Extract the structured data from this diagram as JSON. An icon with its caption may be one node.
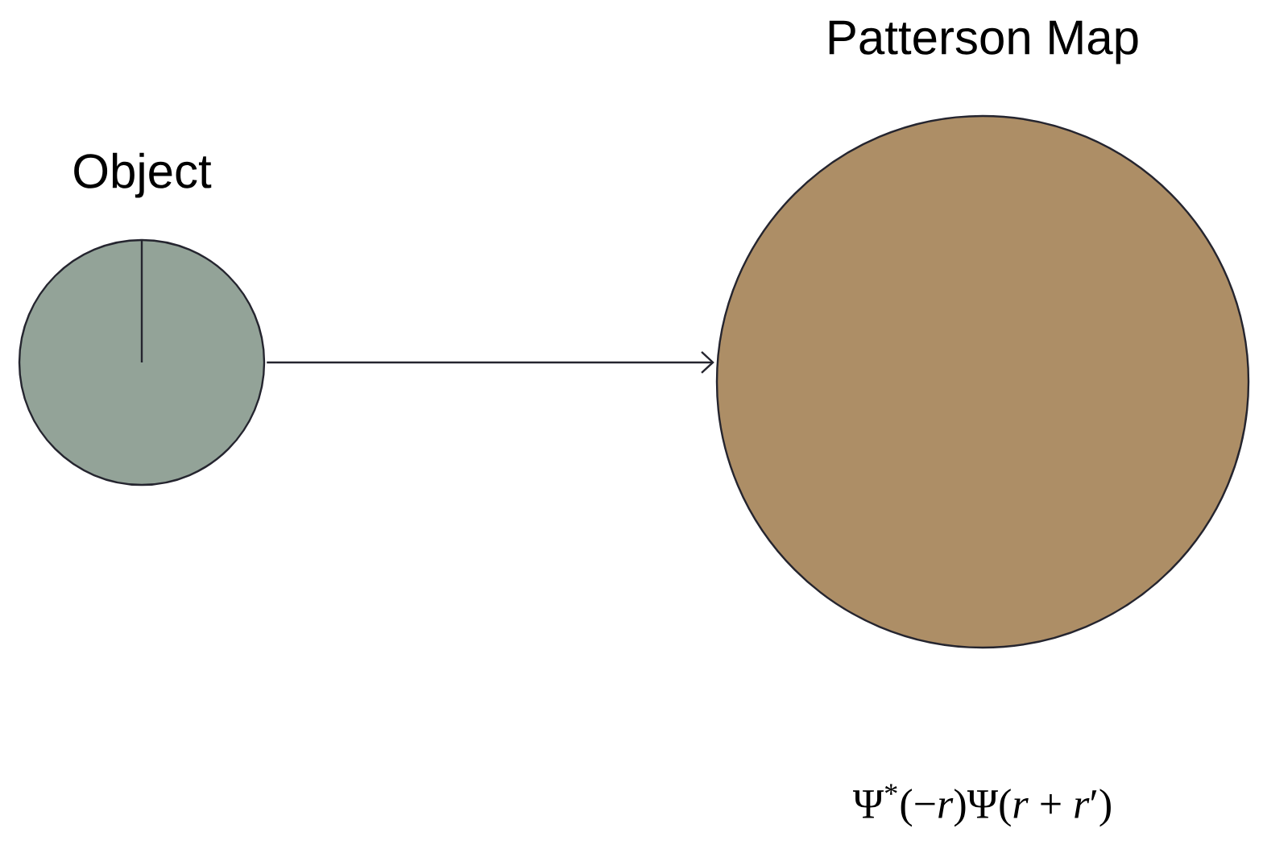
{
  "diagram": {
    "nodes": [
      {
        "text": [
          "Object"
        ]
      },
      {
        "text": [
          "Patterson Map"
        ]
      }
    ],
    "edges": [
      {
        "from": 0,
        "to": 1,
        "arrow": "to"
      }
    ],
    "labels": [
      "Ψ$^{*}$(−*r*)Ψ(*r* + *r*′)"
    ]
  }
}
